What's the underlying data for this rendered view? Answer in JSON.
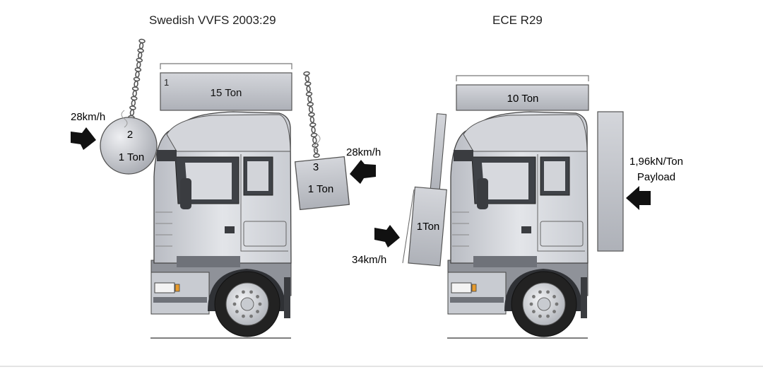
{
  "left_panel": {
    "title": "Swedish VVFS 2003:29",
    "roof_load": {
      "number": "1",
      "label": "15 Ton"
    },
    "front_pendulum": {
      "number": "2",
      "mass": "1 Ton",
      "speed": "28km/h"
    },
    "rear_pendulum": {
      "number": "3",
      "mass": "1 Ton",
      "speed": "28km/h"
    }
  },
  "right_panel": {
    "title": "ECE R29",
    "roof_load": {
      "label": "10 Ton"
    },
    "front_impactor": {
      "mass": "1Ton",
      "speed": "34km/h"
    },
    "rear_load": {
      "line1": "1,96kN/Ton",
      "line2": "Payload"
    }
  },
  "colors": {
    "cab": "#d9dbe0",
    "cab_shadow": "#b7bac1",
    "block": "#c4c7cd",
    "dark": "#3b3d42",
    "arrow": "#111111",
    "light_amber": "#e79a2b"
  },
  "icons": [
    "arrow-icon",
    "chain-icon",
    "truck-icon",
    "wheel-icon"
  ]
}
